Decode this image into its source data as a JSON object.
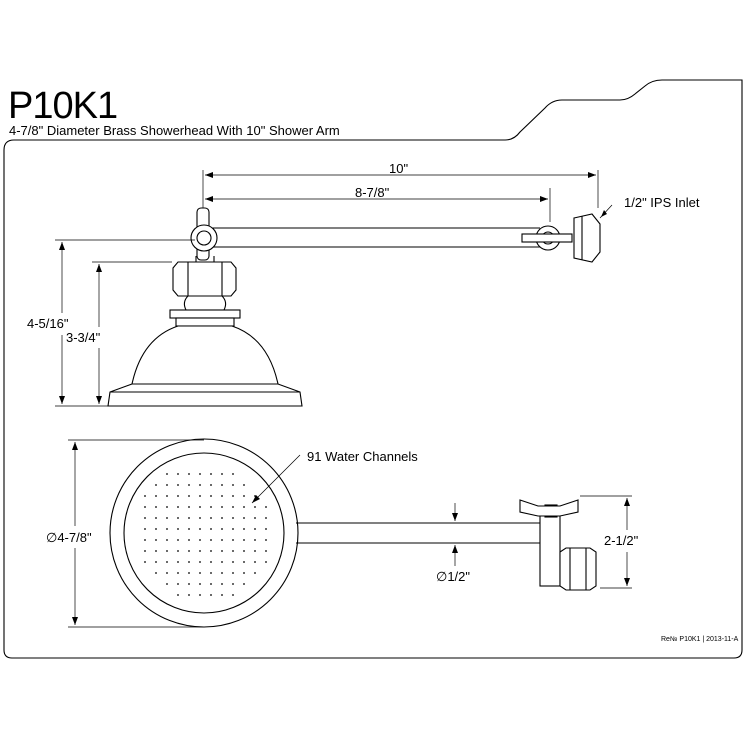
{
  "header": {
    "model": "P10K1",
    "description": "4-7/8\" Diameter Brass Showerhead With 10\" Shower Arm"
  },
  "dimensions": {
    "arm_length_overall": "10\"",
    "arm_length_inner": "8-7/8\"",
    "inlet": "1/2\" IPS Inlet",
    "height_overall": "4-5/16\"",
    "height_head": "3-3/4\"",
    "water_channels": "91 Water Channels",
    "face_diameter": "∅4-7/8\"",
    "arm_diameter": "∅1/2\"",
    "elbow_height": "2-1/2\""
  },
  "footer": {
    "revision": "Re№ P10K1 | 2013-11-A"
  }
}
